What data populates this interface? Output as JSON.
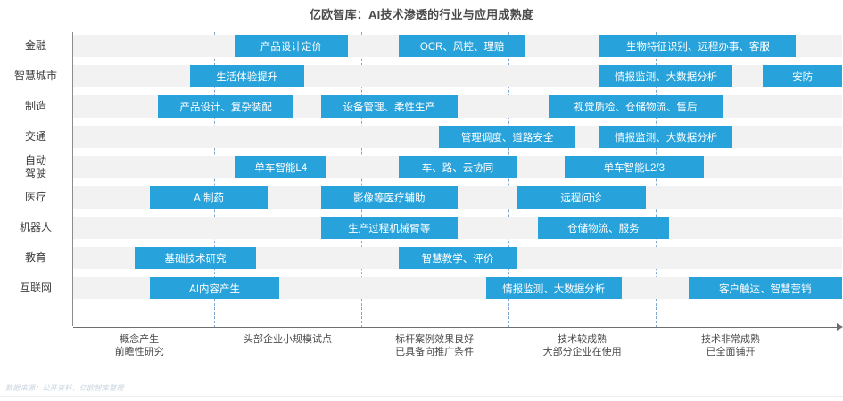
{
  "title": "亿欧智库：AI技术渗透的行业与应用成熟度",
  "source_note": "数据来源：公开资料、亿欧智库整理",
  "colors": {
    "bar": "#27a2db",
    "band": "#f2f2f2",
    "gridline": "#7da7cf",
    "axis": "#6e6e6e",
    "title_text": "#4a4a4a"
  },
  "chart_data": {
    "type": "bar",
    "title": "亿欧智库：AI技术渗透的行业与应用成熟度",
    "xlabel": "",
    "ylabel": "",
    "grid": true,
    "legend": "none",
    "x_axis_stage_labels": [
      {
        "line1": "概念产生",
        "line2": "前瞻性研究"
      },
      {
        "line1": "头部企业小规模试点",
        "line2": ""
      },
      {
        "line1": "标杆案例效果良好",
        "line2": "已具备向推广条件"
      },
      {
        "line1": "技术较成熟",
        "line2": "大部分企业在使用"
      },
      {
        "line1": "技术非常成熟",
        "line2": "已全面铺开"
      }
    ],
    "categories": [
      "金融",
      "智慧城市",
      "制造",
      "交通",
      "自动驾驶",
      "医疗",
      "机器人",
      "教育",
      "互联网"
    ],
    "rows": [
      {
        "label": "金融",
        "label_lines": [
          "金融"
        ],
        "bars": [
          {
            "text": "产品设计定价",
            "start": 0.21,
            "end": 0.357
          },
          {
            "text": "OCR、风控、理赔",
            "start": 0.424,
            "end": 0.588
          },
          {
            "text": "生物特征识别、远程办事、客服",
            "start": 0.685,
            "end": 0.94
          }
        ]
      },
      {
        "label": "智慧城市",
        "label_lines": [
          "智慧城市"
        ],
        "bars": [
          {
            "text": "生活体验提升",
            "start": 0.152,
            "end": 0.3
          },
          {
            "text": "情报监测、大数据分析",
            "start": 0.685,
            "end": 0.857
          },
          {
            "text": "安防",
            "start": 0.897,
            "end": 1.0
          }
        ]
      },
      {
        "label": "制造",
        "label_lines": [
          "制造"
        ],
        "bars": [
          {
            "text": "产品设计、复杂装配",
            "start": 0.11,
            "end": 0.287
          },
          {
            "text": "设备管理、柔性生产",
            "start": 0.322,
            "end": 0.5
          },
          {
            "text": "视觉质检、仓储物流、售后",
            "start": 0.618,
            "end": 0.845
          }
        ]
      },
      {
        "label": "交通",
        "label_lines": [
          "交通"
        ],
        "bars": [
          {
            "text": "管理调度、道路安全",
            "start": 0.476,
            "end": 0.653
          },
          {
            "text": "情报监测、大数据分析",
            "start": 0.685,
            "end": 0.857
          }
        ]
      },
      {
        "label": "自动驾驶",
        "label_lines": [
          "自动",
          "驾驶"
        ],
        "bars": [
          {
            "text": "单车智能L4",
            "start": 0.21,
            "end": 0.33
          },
          {
            "text": "车、路、云协同",
            "start": 0.424,
            "end": 0.576
          },
          {
            "text": "单车智能L2/3",
            "start": 0.639,
            "end": 0.82
          }
        ]
      },
      {
        "label": "医疗",
        "label_lines": [
          "医疗"
        ],
        "bars": [
          {
            "text": "AI制药",
            "start": 0.1,
            "end": 0.253
          },
          {
            "text": "影像等医疗辅助",
            "start": 0.322,
            "end": 0.5
          },
          {
            "text": "远程问诊",
            "start": 0.576,
            "end": 0.745
          }
        ]
      },
      {
        "label": "机器人",
        "label_lines": [
          "机器人"
        ],
        "bars": [
          {
            "text": "生产过程机械臂等",
            "start": 0.322,
            "end": 0.5
          },
          {
            "text": "仓储物流、服务",
            "start": 0.604,
            "end": 0.775
          }
        ]
      },
      {
        "label": "教育",
        "label_lines": [
          "教育"
        ],
        "bars": [
          {
            "text": "基础技术研究",
            "start": 0.08,
            "end": 0.238
          },
          {
            "text": "智慧教学、评价",
            "start": 0.424,
            "end": 0.576
          }
        ]
      },
      {
        "label": "互联网",
        "label_lines": [
          "互联网"
        ],
        "bars": [
          {
            "text": "AI内容产生",
            "start": 0.1,
            "end": 0.268
          },
          {
            "text": "情报监测、大数据分析",
            "start": 0.537,
            "end": 0.713
          },
          {
            "text": "客户触达、智慧营销",
            "start": 0.8,
            "end": 1.0
          }
        ]
      }
    ],
    "gridline_positions": [
      0.183,
      0.375,
      0.566,
      0.758,
      0.952
    ]
  }
}
